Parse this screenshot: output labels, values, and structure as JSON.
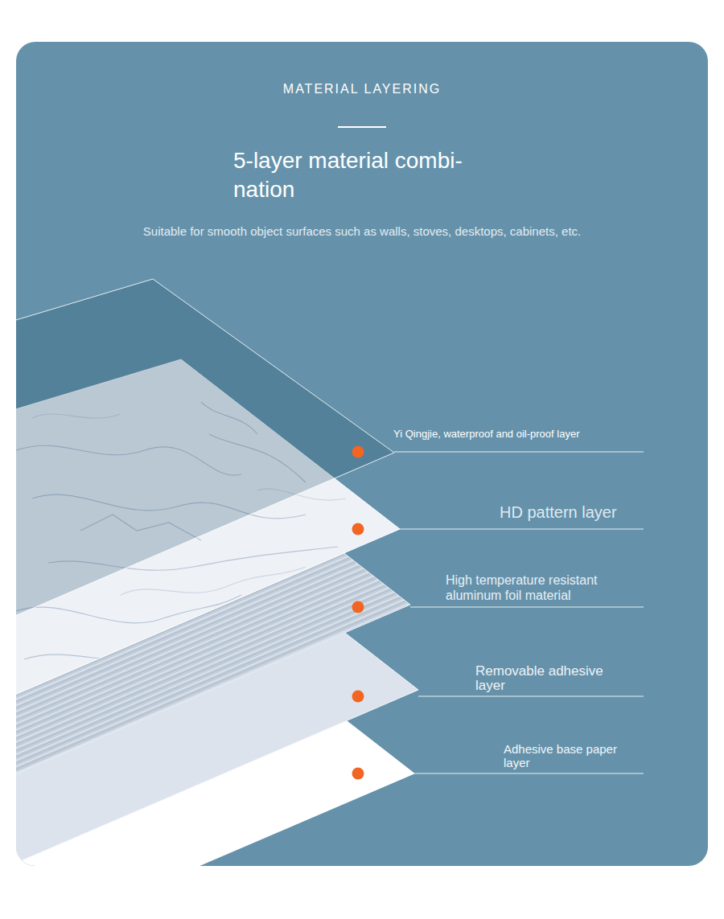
{
  "diagram": {
    "title": "5-layer material combi- nation",
    "labels": [
      "MATERIAL LAYERING",
      "Suitable for smooth object surfaces such as walls, stoves, desktops, cabinets, etc.",
      "Yi Qingjie, waterproof and oil-proof layer",
      "HD pattern layer",
      "High temperature resistant aluminum foil material",
      "Removable adhesive layer",
      "Adhesive base paper layer"
    ]
  }
}
